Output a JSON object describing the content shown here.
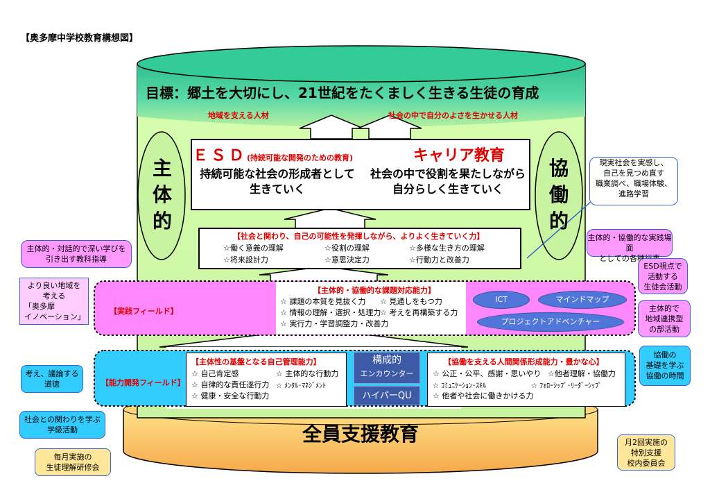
{
  "page_title": "【奥多摩中学校教育構想図】",
  "goal": "目標：郷土を大切にし、21世紀をたくましく生きる生徒の育成",
  "goal_sub": {
    "left": "地域を支える人材",
    "right": "社会の中で自分のよさを生かせる人材"
  },
  "esd": {
    "title": "ＥＳＤ",
    "title_sub": "(持続可能な開発のための教育)",
    "line1": "持続可能な社会の形成者として",
    "line2": "生きていく"
  },
  "career": {
    "title": "キャリア教育",
    "line1": "社会の中で役割を果たしながら",
    "line2": "自分らしく生きていく"
  },
  "left_big": [
    "主",
    "体",
    "的"
  ],
  "right_big": [
    "協",
    "働",
    "的"
  ],
  "power": {
    "heading": "【社会と関わり、自己の可能性を発揮しながら、よりよく生きていく力】",
    "items": [
      "☆働く意義の理解",
      "☆役割の理解",
      "☆多様な生き方の理解",
      "☆将来設計力",
      "☆意思決定力",
      "☆行動力と改善力"
    ]
  },
  "practice_field": {
    "label": "【実践フィールド】",
    "heading": "【主体的・協働的な課題対応能力】",
    "items": [
      "☆ 課題の本質を見抜く力",
      "☆ 見通しをもつ力",
      "☆ 情報の理解・選択・処理力",
      "☆ 考えを再構築する力",
      "☆ 実行力・学習調整力・改善力"
    ],
    "pills": [
      "ICT",
      "マインドマップ",
      "プロジェクトアドベンチャー"
    ]
  },
  "ability_field": {
    "label": "【能力開発フィールド】",
    "left_heading": "【主体性の基盤となる自己管理能力】",
    "left_items": [
      "☆ 自己肯定感",
      "☆ 主体的な行動力",
      "☆ 自律的な責任遂行力",
      "☆ ﾒﾝﾀﾙ･ﾏﾈｼﾞﾒﾝﾄ",
      "☆ 健康・安全な行動力"
    ],
    "center": [
      "構成的",
      "エンカウンター",
      "ハイパーQU"
    ],
    "right_heading": "【協働を支える人間関係形成能力・豊かな心】",
    "right_items": [
      "☆ 公正・公平、感謝・思いやり",
      "☆他者理解・協働力",
      "☆ ｺﾐｭﾆｹｰｼｮﾝ･ｽｷﾙ",
      "☆ ﾌｫﾛｰｼｯﾌﾟ･ﾘｰﾀﾞｰｼｯﾌﾟ",
      "☆ 他者や社会に働きかける力"
    ]
  },
  "base": "全員支援教育",
  "callouts": {
    "real_society": [
      "現実社会を実感し、",
      "自己を見つめ直す",
      "職業調べ、職場体験、",
      "進路学習"
    ],
    "event": [
      "主体的・協働的な実践場面",
      "としての各種行事"
    ],
    "esd_view": [
      "ESD視点で",
      "活動する",
      "生徒会活動"
    ],
    "club": [
      "主体的で",
      "地域連携型",
      "の部活動"
    ],
    "collab_time": [
      "協働の",
      "基礎を学ぶ",
      "協働の時間"
    ],
    "deep_learning": [
      "主体的・対話的で深い学びを",
      "引き出す教科指導"
    ],
    "innovation": [
      "より良い地域を",
      "考える",
      "「奥多摩",
      "イノベーション」"
    ],
    "moral": [
      "考え、議論する",
      "道徳"
    ],
    "class_activity": [
      "社会との関わりを学ぶ",
      "学級活動"
    ],
    "monthly": [
      "毎月実施の",
      "生徒理解研修会"
    ],
    "committee": [
      "月2回実施の",
      "特別支援",
      "校内委員会"
    ]
  },
  "colors": {
    "cyl_top": "#33cc99",
    "cyl_body": "#ccffaa",
    "base": "#ffcc66",
    "field_pink": "#ff99ff",
    "field_cyan": "#33ccff",
    "red": "#e00000"
  }
}
